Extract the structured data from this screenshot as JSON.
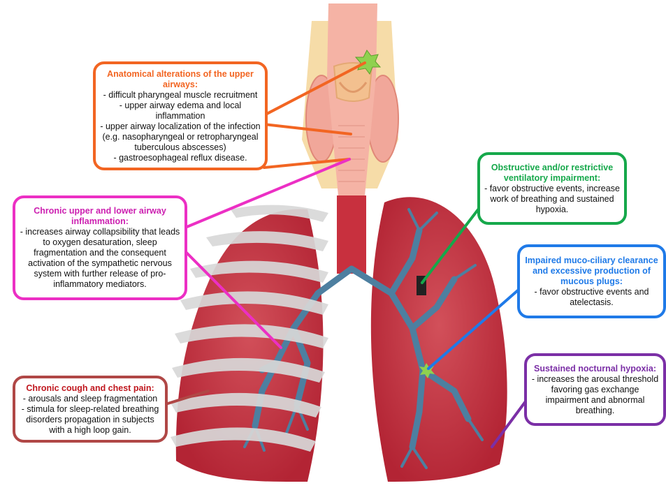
{
  "colors": {
    "upper_airways": "#f26522",
    "chronic_inflammation": "#ec2fc4",
    "cough": "#b04746",
    "obstructive": "#16a84b",
    "mucociliary": "#1f7ae8",
    "hypoxia": "#7b2fa6",
    "lung": "#c9343f",
    "trachea": "#c8303e",
    "bronchi": "#4d7fa0",
    "ribs": "#d8d8d8",
    "airway_skin": "#f5b3a5",
    "lesion": "#8fd14f"
  },
  "callouts": {
    "upper_airways": {
      "title": "Anatomical alterations of the upper airways:",
      "lines": [
        "- difficult pharyngeal muscle recruitment",
        "- upper airway edema and local inflammation",
        "- upper airway localization of the infection (e.g. nasopharyngeal or retropharyngeal tuberculous abscesses)",
        "- gastroesophageal reflux disease."
      ]
    },
    "chronic_inflammation": {
      "title": "Chronic upper and lower airway inflammation:",
      "lines": [
        "- increases airway collapsibility that leads to oxygen desaturation, sleep fragmentation and the consequent activation of the sympathetic nervous system with further release of pro-inflammatory mediators."
      ]
    },
    "cough": {
      "title": "Chronic cough and chest pain:",
      "lines": [
        "- arousals and sleep fragmentation",
        "- stimula for sleep-related breathing disorders propagation in subjects with a high loop gain."
      ]
    },
    "obstructive": {
      "title": "Obstructive and/or restrictive ventilatory impairment:",
      "lines": [
        "- favor obstructive events, increase work of breathing and sustained hypoxia."
      ]
    },
    "mucociliary": {
      "title": "Impaired muco-ciliary clearance and excessive production of mucous plugs:",
      "lines": [
        "- favor obstructive events and atelectasis."
      ]
    },
    "hypoxia": {
      "title": "Sustained nocturnal hypoxia:",
      "lines": [
        "- increases the arousal threshold favoring gas exchange impairment and abnormal breathing."
      ]
    }
  }
}
